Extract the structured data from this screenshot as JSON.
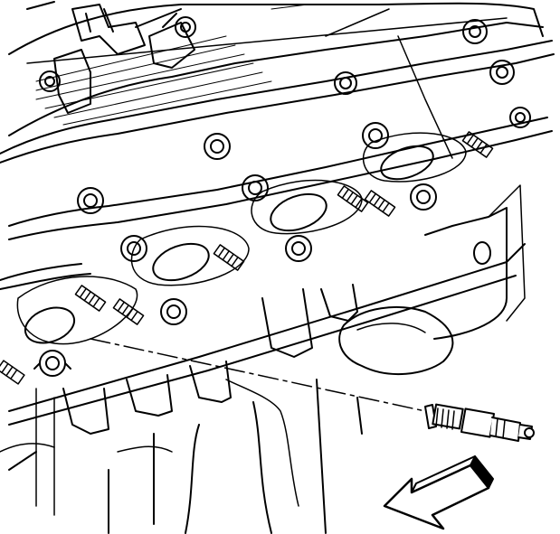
{
  "figure": {
    "subject": "engine-cylinder-head-exhaust-side",
    "line_color": "#000000",
    "background": "#ffffff",
    "callouts": [],
    "arrow": {
      "icon": "removal-direction-arrow-icon",
      "direction": "down-left"
    },
    "highlighted_part": "spark-plug-icon",
    "leader_line": "dash-dot"
  }
}
